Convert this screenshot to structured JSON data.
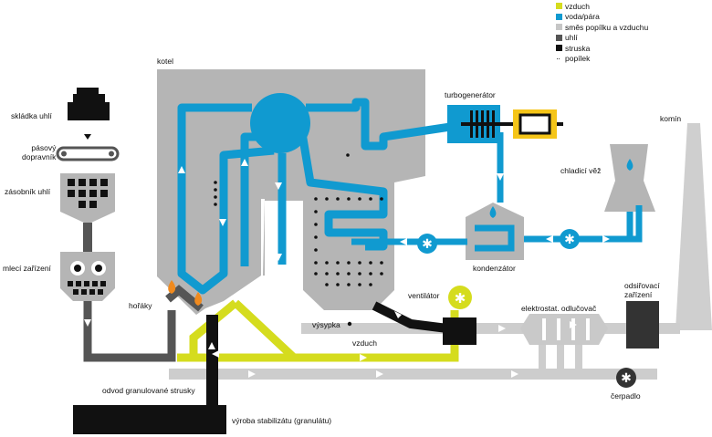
{
  "colors": {
    "air": "#d5dc1e",
    "water_steam": "#109ad0",
    "ash_air_mix": "#c6c6c6",
    "coal": "#555555",
    "slag": "#111111",
    "ash": "#111111",
    "equipment": "#b1b1b1",
    "flame": "#f08a1e",
    "generator": "#f5c518"
  },
  "legend": [
    {
      "label": "vzduch",
      "color": "#d5dc1e",
      "kind": "swatch"
    },
    {
      "label": "voda/pára",
      "color": "#109ad0",
      "kind": "swatch"
    },
    {
      "label": "směs popílku a vzduchu",
      "color": "#c6c6c6",
      "kind": "swatch"
    },
    {
      "label": "uhlí",
      "color": "#555555",
      "kind": "swatch"
    },
    {
      "label": "struska",
      "color": "#111111",
      "kind": "swatch"
    },
    {
      "label": "popílek",
      "color": "#111111",
      "kind": "dots"
    }
  ],
  "labels": {
    "coal_yard": "skládka uhlí",
    "belt_conveyor": "pásový\ndopravník",
    "coal_bunker": "zásobník uhlí",
    "mill": "mlecí zařízení",
    "burners": "hořáky",
    "boiler": "kotel",
    "turbogenerator": "turbogenerátor",
    "cooling_tower": "chladicí věž",
    "chimney": "komín",
    "condenser": "kondenzátor",
    "fan": "ventilátor",
    "precipitator": "elektrostat. odlučovač",
    "desulfurization": "odsiřovací\nzařízení",
    "hopper": "výsypka",
    "air": "vzduch",
    "slag_removal": "odvod granulované strusky",
    "pump": "čerpadlo",
    "stabilizate": "výroba stabilizátu (granulátu)"
  }
}
